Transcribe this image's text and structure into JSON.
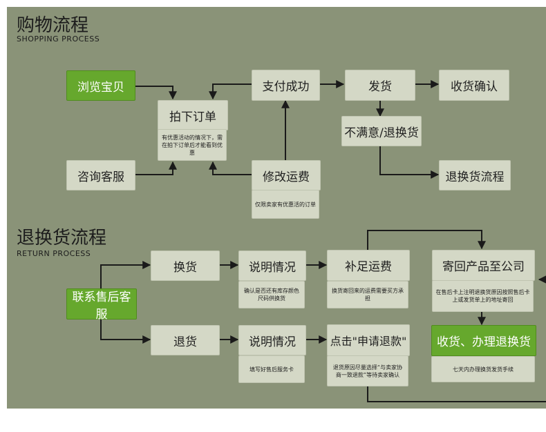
{
  "shopping": {
    "title": "购物流程",
    "subtitle": "SHOPPING PROCESS",
    "browse": "浏览宝贝",
    "place_order": "拍下订单",
    "order_note": "有优惠活动的情况下，需在拍下订单后才能看到优惠",
    "consult": "咨询客服",
    "pay_success": "支付成功",
    "modify_fee": "修改运费",
    "fee_note": "仅限卖家有优惠活的订单",
    "ship": "发货",
    "confirm_receipt": "收货确认",
    "unsatisfied": "不满意/退换货",
    "return_process": "退换货流程"
  },
  "returns": {
    "title": "退换货流程",
    "subtitle": "RETURN PROCESS",
    "contact_service": "联系售后客服",
    "exchange": "换货",
    "explain_1": "说明情况",
    "explain_1_note": "确认是否还有库存颜色尺码供换货",
    "pay_shipping": "补足运费",
    "pay_shipping_note": "换货寄回来的运费需要买方承担",
    "send_back": "寄回产品至公司",
    "send_back_note": "在售后卡上注明退换货原因按照售后卡上或发货单上的地址寄回",
    "refund": "退货",
    "explain_2": "说明情况",
    "explain_2_note": "填写好售后服务卡",
    "apply_refund": "点击\"申请退款\"",
    "apply_refund_note": "退货原因尽量选择“与卖家协商一致退款”等待卖家确认",
    "receive_handle": "收货、办理退换货",
    "receive_handle_note": "七天内办理换货发货手续"
  },
  "colors": {
    "background": "#8a9378",
    "box": "#d4d8c6",
    "highlight": "#66a82d",
    "line": "#1a1a1a"
  }
}
